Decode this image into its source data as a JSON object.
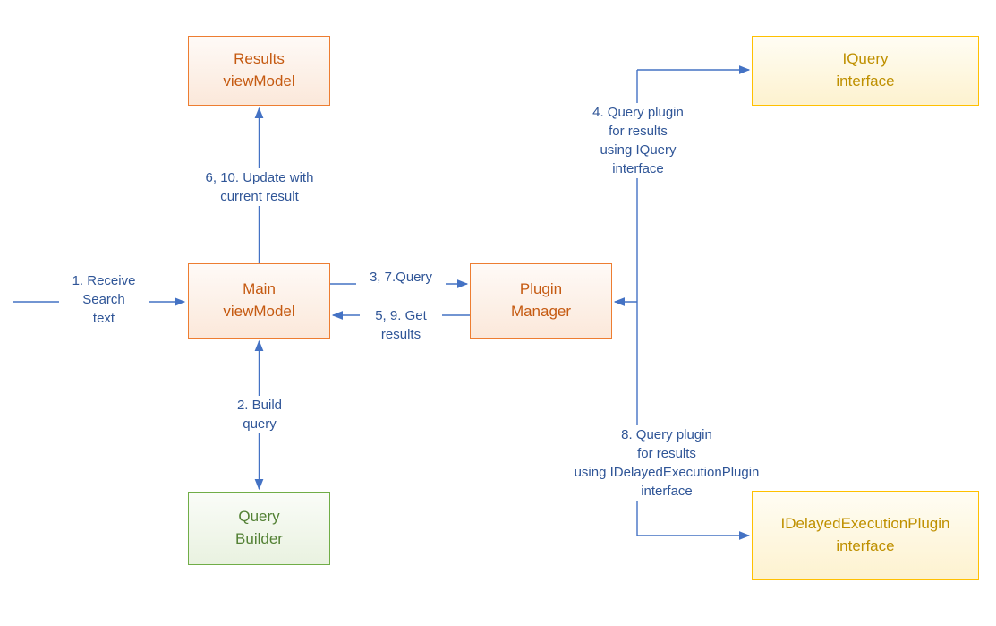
{
  "colors": {
    "orange_border": "#ED7D31",
    "orange_text": "#C55A11",
    "gold_border": "#FFC000",
    "gold_text": "#BF9000",
    "green_border": "#70AD47",
    "green_text": "#538135",
    "arrow_blue": "#4472C4",
    "label_blue": "#2F5597"
  },
  "nodes": {
    "results_viewmodel": {
      "label": "Results\nviewModel"
    },
    "iquery_interface": {
      "label": "IQuery\ninterface"
    },
    "main_viewmodel": {
      "label": "Main\nviewModel"
    },
    "plugin_manager": {
      "label": "Plugin\nManager"
    },
    "query_builder": {
      "label": "Query\nBuilder"
    },
    "idelayed_interface": {
      "label": "IDelayedExecutionPlugin\ninterface"
    }
  },
  "edges": {
    "receive_search_text": {
      "label": "1. Receive\nSearch\ntext"
    },
    "update_with_current_result": {
      "label": "6, 10. Update with\ncurrent result"
    },
    "query": {
      "label": "3, 7.Query"
    },
    "get_results": {
      "label": "5, 9. Get\nresults"
    },
    "build_query": {
      "label": "2. Build\nquery"
    },
    "query_plugin_iquery": {
      "label": "4. Query plugin\nfor results\nusing IQuery\ninterface"
    },
    "query_plugin_idelayed": {
      "label": "8. Query plugin\nfor results\nusing IDelayedExecutionPlugin\ninterface"
    }
  }
}
